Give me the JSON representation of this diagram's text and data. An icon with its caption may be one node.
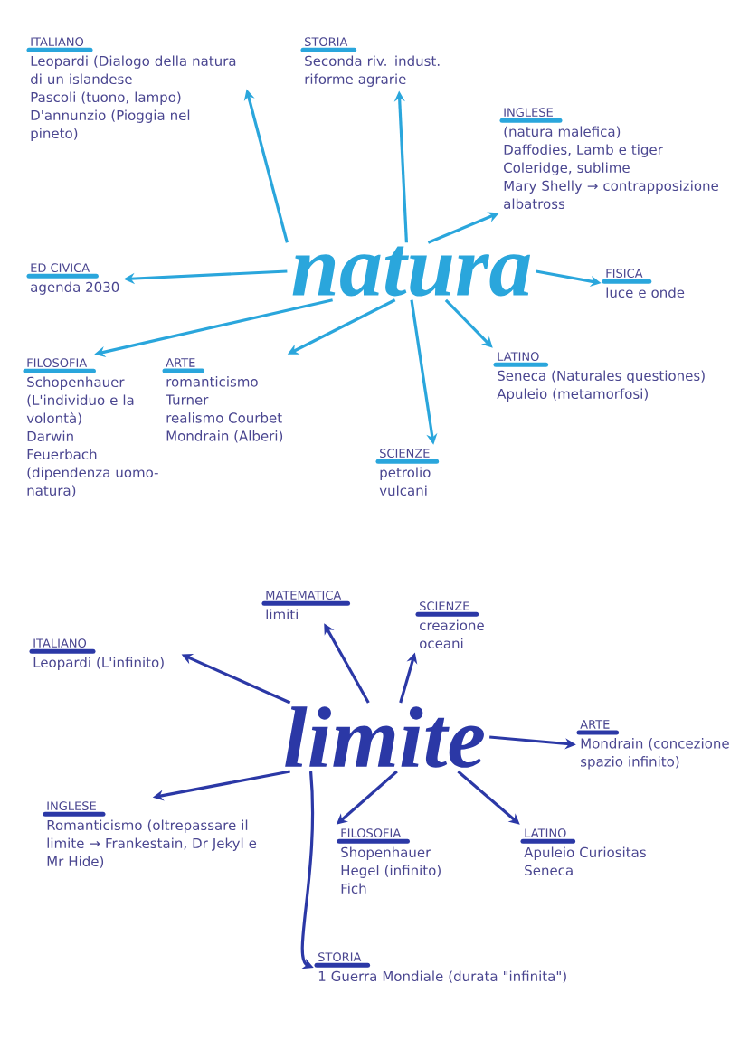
{
  "diagram": {
    "nodes": [
      {
        "text": [
          "natura"
        ]
      },
      {
        "text": [
          "ITALIANO",
          "Leopardi (Dialogo della natura di un islandese",
          "Pascoli (tuono, lampo)",
          "D'annunzio (Pioggia nel pineto)"
        ]
      },
      {
        "text": [
          "STORIA",
          "Seconda riv. indust.",
          "riforme agrarie"
        ]
      },
      {
        "text": [
          "INGLESE",
          "(natura malefica)",
          "Daffodies, Lamb e tiger",
          "Coleridge, sublime",
          "Mary Shelly → contrapposizione",
          "albatross"
        ]
      },
      {
        "text": [
          "ED CIVICA",
          "agenda 2030"
        ]
      },
      {
        "text": [
          "FISICA",
          "luce e onde"
        ]
      },
      {
        "text": [
          "FILOSOFIA",
          "Schopenhauer (L'individuo e la volontà)",
          "Darwin",
          "Feuerbach (dipendenza uomo-natura)"
        ]
      },
      {
        "text": [
          "ARTE",
          "romanticismo",
          "Turner",
          "realismo Courbet",
          "Mondrain (Alberi)"
        ]
      },
      {
        "text": [
          "SCIENZE",
          "petrolio",
          "vulcani"
        ]
      },
      {
        "text": [
          "LATINO",
          "Seneca (Naturales questiones)",
          "Apuleio (metamorfosi)"
        ]
      },
      {
        "text": [
          "limite"
        ]
      },
      {
        "text": [
          "MATEMATICA",
          "limiti"
        ]
      },
      {
        "text": [
          "SCIENZE",
          "creazione oceani"
        ]
      },
      {
        "text": [
          "ITALIANO",
          "Leopardi (L'infinito)"
        ]
      },
      {
        "text": [
          "ARTE",
          "Mondrain (concezione spazio infinito)"
        ]
      },
      {
        "text": [
          "INGLESE",
          "Romanticismo (oltrepassare il limite → Frankestain, Dr Jekyl e Mr Hide)"
        ]
      },
      {
        "text": [
          "FILOSOFIA",
          "Shopenhauer",
          "Hegel (infinito)",
          "Fich"
        ]
      },
      {
        "text": [
          "LATINO",
          "Apuleio Curiositas",
          "Seneca"
        ]
      },
      {
        "text": [
          "STORIA",
          "1 Guerra Mondiale (durata \"infinita\")"
        ]
      }
    ],
    "edges": [
      {
        "from": 0,
        "to": 1,
        "arrow": "to"
      },
      {
        "from": 0,
        "to": 2,
        "arrow": "to"
      },
      {
        "from": 0,
        "to": 3,
        "arrow": "to"
      },
      {
        "from": 0,
        "to": 4,
        "arrow": "to"
      },
      {
        "from": 0,
        "to": 5,
        "arrow": "to"
      },
      {
        "from": 0,
        "to": 6,
        "arrow": "to"
      },
      {
        "from": 0,
        "to": 7,
        "arrow": "to"
      },
      {
        "from": 0,
        "to": 8,
        "arrow": "to"
      },
      {
        "from": 0,
        "to": 9,
        "arrow": "to"
      },
      {
        "from": 10,
        "to": 11,
        "arrow": "to",
        "color": "#2b38a6"
      },
      {
        "from": 10,
        "to": 12,
        "arrow": "to",
        "color": "#2b38a6"
      },
      {
        "from": 10,
        "to": 13,
        "arrow": "to",
        "color": "#2b38a6"
      },
      {
        "from": 10,
        "to": 14,
        "arrow": "to",
        "color": "#2b38a6"
      },
      {
        "from": 10,
        "to": 15,
        "arrow": "to",
        "color": "#2b38a6"
      },
      {
        "from": 10,
        "to": 16,
        "arrow": "to",
        "color": "#2b38a6"
      },
      {
        "from": 10,
        "to": 17,
        "arrow": "to",
        "color": "#2b38a6"
      },
      {
        "from": 10,
        "to": 18,
        "arrow": "to",
        "color": "#2b38a6"
      }
    ]
  }
}
